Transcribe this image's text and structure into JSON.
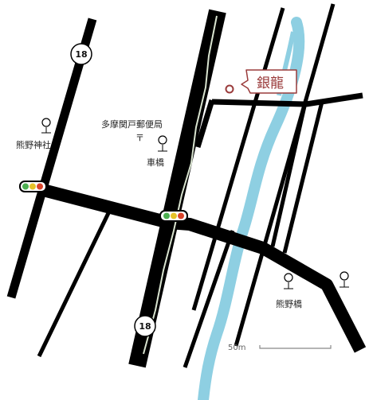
{
  "landmarks": {
    "kumano_shrine": "熊野神社",
    "post_office": "多摩関戸郵便局",
    "post_office_mark": "〒",
    "kuruma_bridge": "車橋",
    "kumano_bridge": "熊野橋"
  },
  "shop": {
    "name": "銀龍"
  },
  "routes": {
    "north": "18",
    "south": "18"
  },
  "scale": {
    "label": "50m"
  },
  "colors": {
    "road": "#000000",
    "river": "#8ecfe2",
    "shop_accent": "#9a3b3b",
    "signal_green": "#4caf50",
    "signal_yellow": "#e6c229",
    "signal_red": "#d9442b"
  }
}
